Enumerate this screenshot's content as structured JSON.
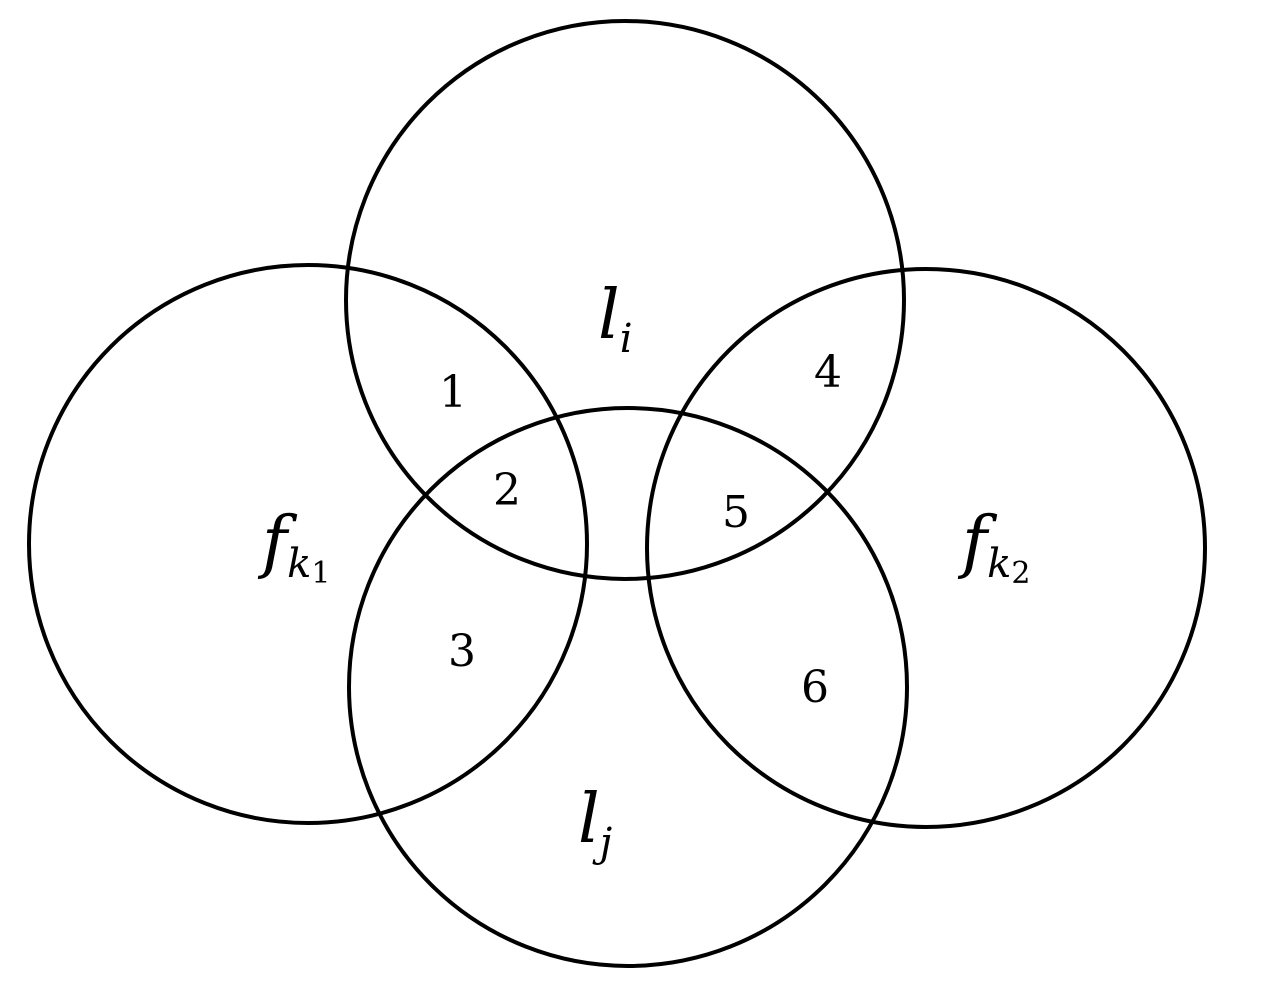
{
  "sets": [
    {
      "id": "li",
      "base": "l",
      "sub": "i",
      "subsub": ""
    },
    {
      "id": "fk1",
      "base": "f",
      "sub": "k",
      "subsub": "1"
    },
    {
      "id": "fk2",
      "base": "f",
      "sub": "k",
      "subsub": "2"
    },
    {
      "id": "lj",
      "base": "l",
      "sub": "j",
      "subsub": ""
    }
  ],
  "regions": [
    "1",
    "2",
    "3",
    "4",
    "5",
    "6"
  ]
}
